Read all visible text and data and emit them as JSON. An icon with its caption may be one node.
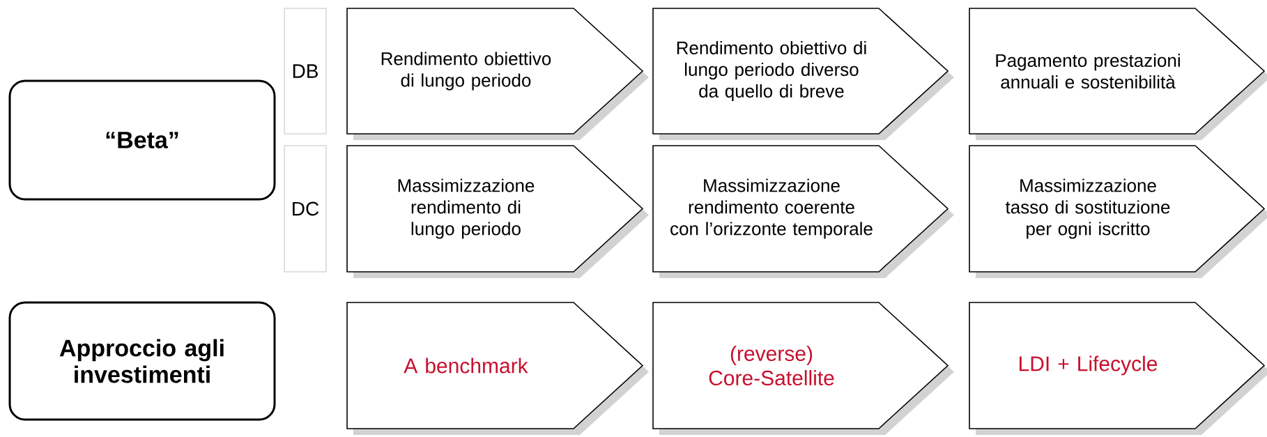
{
  "diagram": {
    "nodes": [
      {
        "text": [
          "“Beta”"
        ]
      },
      {
        "text": [
          "DB"
        ]
      },
      {
        "text": [
          "DC"
        ]
      },
      {
        "text": [
          "Rendimento obiettivo di lungo periodo"
        ]
      },
      {
        "text": [
          "Rendimento obiettivo di lungo periodo diverso da quello di breve"
        ]
      },
      {
        "text": [
          "Pagamento prestazioni annuali e sostenibilità"
        ]
      },
      {
        "text": [
          "Massimizzazione rendimento di lungo periodo"
        ]
      },
      {
        "text": [
          "Massimizzazione rendimento coerente con l’orizzonte temporale"
        ]
      },
      {
        "text": [
          "Massimizzazione tasso di sostituzione per ogni iscritto"
        ]
      },
      {
        "text": [
          "Approccio agli investimenti"
        ]
      },
      {
        "text": [
          "A benchmark"
        ]
      },
      {
        "text": [
          "(reverse) Core-Satellite"
        ]
      },
      {
        "text": [
          "LDI + Lifecycle"
        ]
      }
    ]
  }
}
